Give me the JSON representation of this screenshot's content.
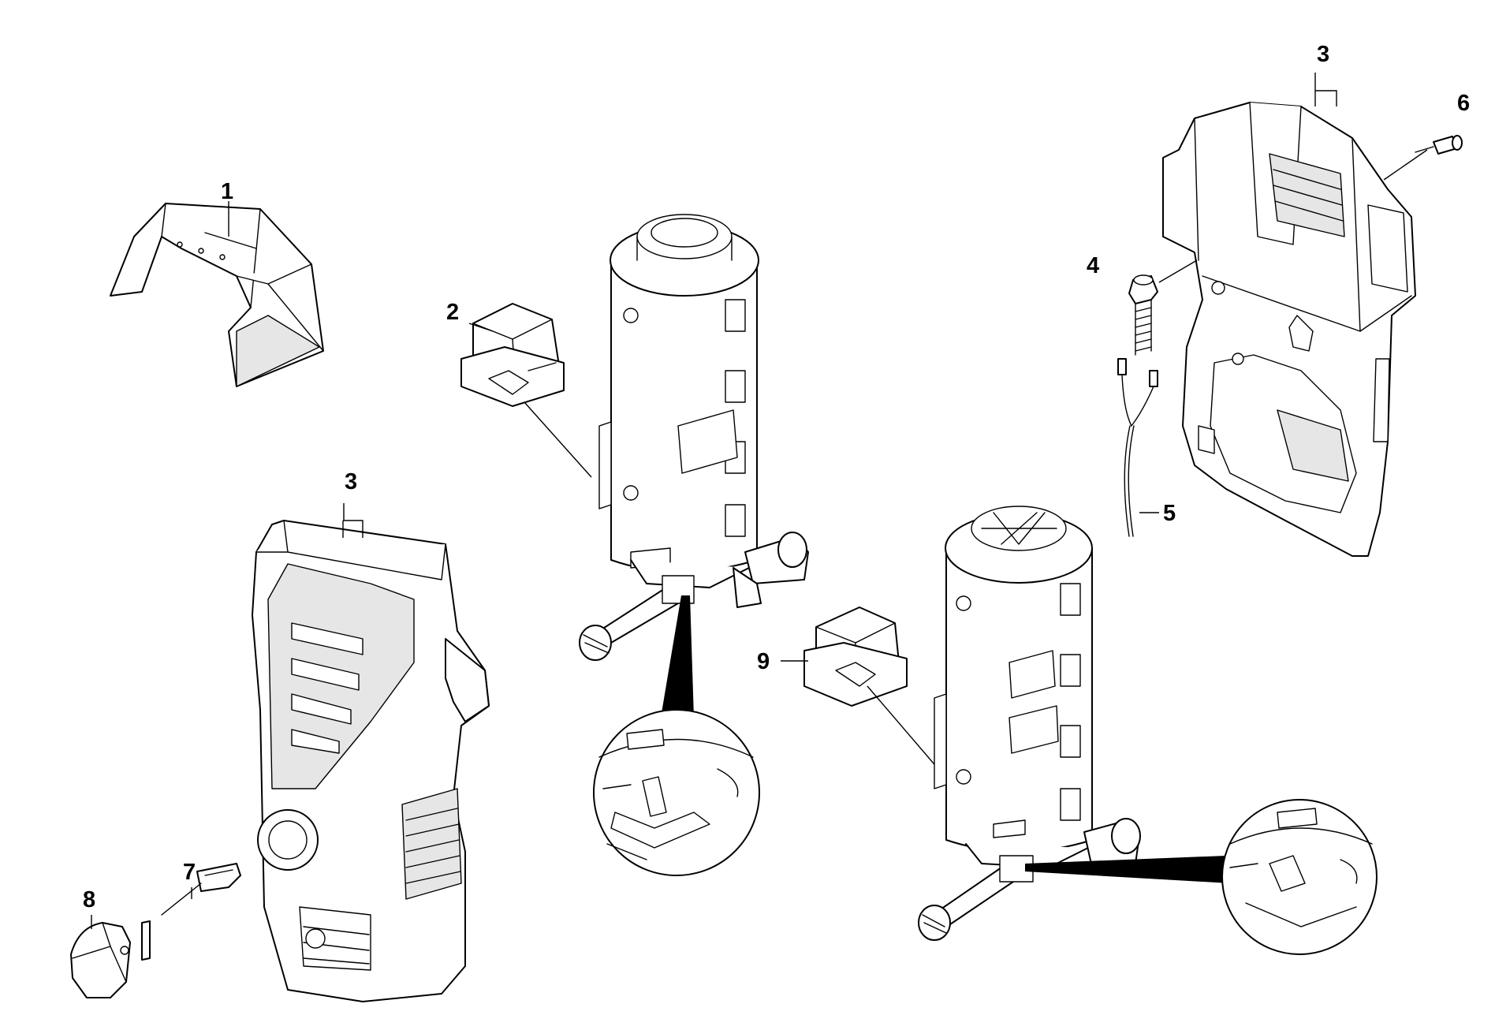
{
  "callouts": [
    {
      "id": "1",
      "label": "1"
    },
    {
      "id": "2",
      "label": "2"
    },
    {
      "id": "3a",
      "label": "3"
    },
    {
      "id": "3b",
      "label": "3"
    },
    {
      "id": "4",
      "label": "4"
    },
    {
      "id": "5",
      "label": "5"
    },
    {
      "id": "6",
      "label": "6"
    },
    {
      "id": "7",
      "label": "7"
    },
    {
      "id": "8",
      "label": "8"
    },
    {
      "id": "9",
      "label": "9"
    }
  ],
  "colors": {
    "line": "#000000",
    "background": "#ffffff",
    "shade": "#e6e6e6"
  }
}
